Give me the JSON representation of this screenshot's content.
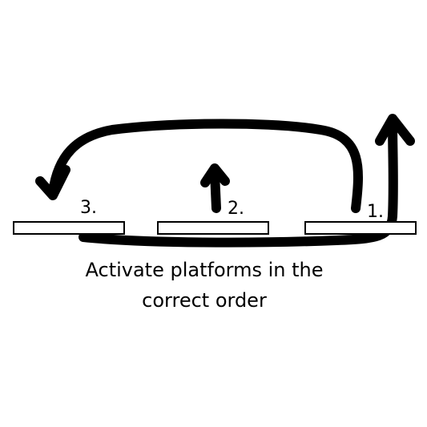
{
  "labels": {
    "platform_1": "1.",
    "platform_2": "2.",
    "platform_3": "3."
  },
  "caption": {
    "line1": "Activate platforms in the",
    "line2": "correct order"
  },
  "colors": {
    "ink": "#000000",
    "background": "#ffffff"
  }
}
